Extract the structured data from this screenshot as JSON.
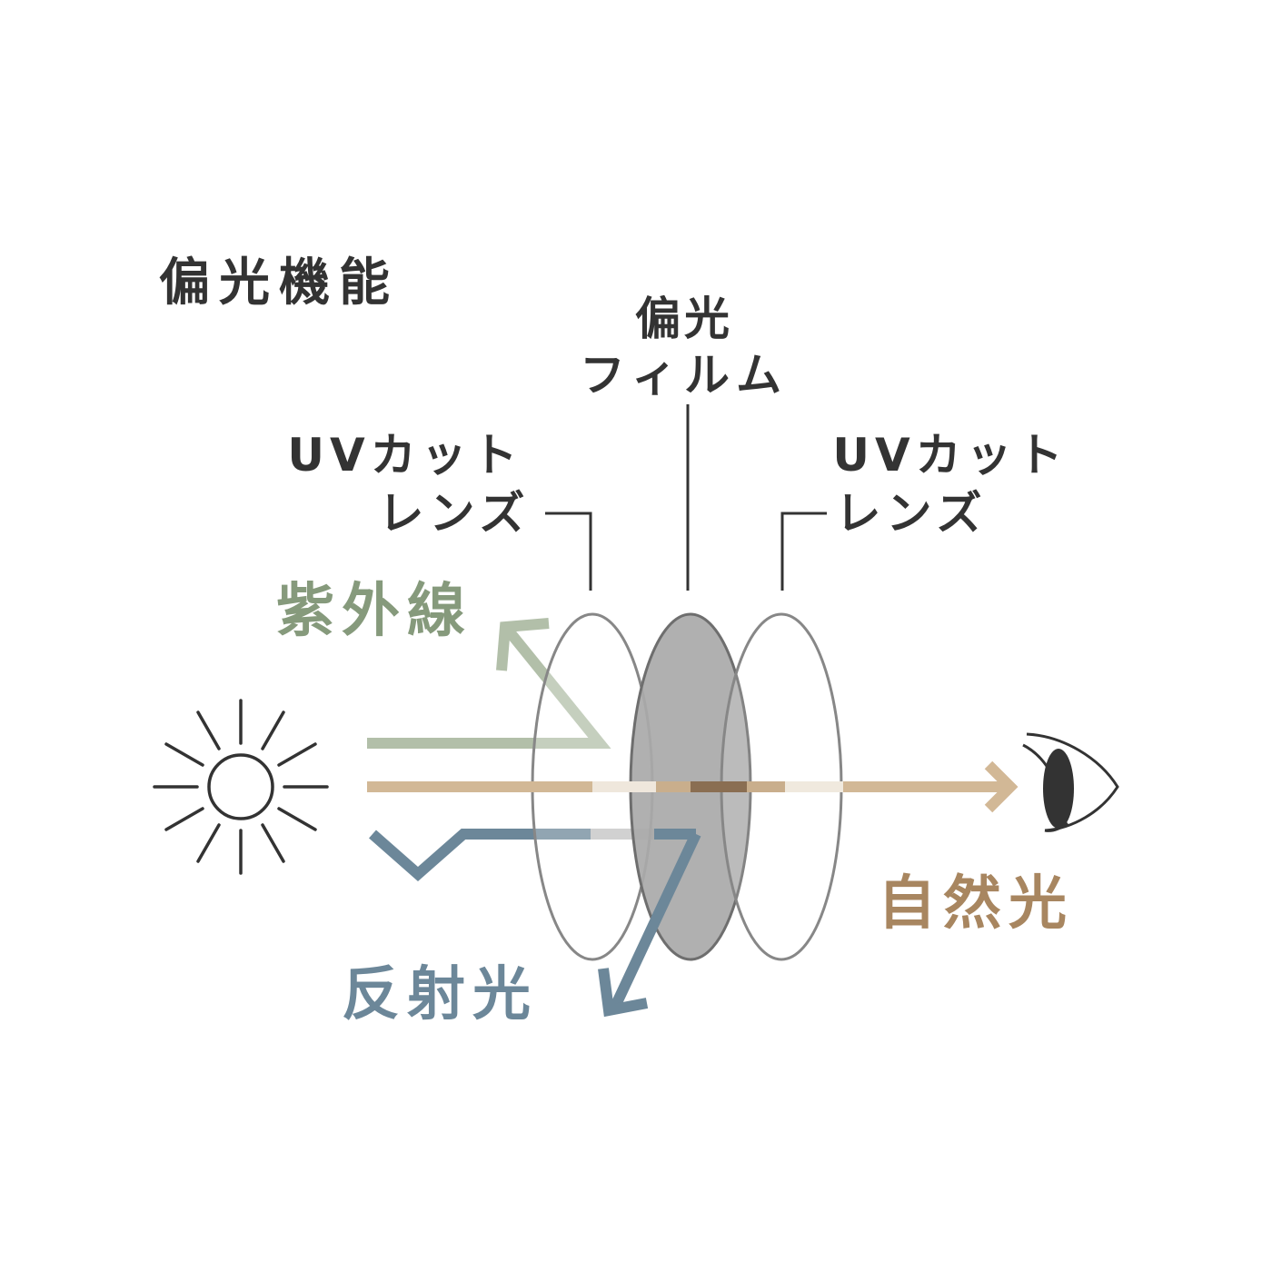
{
  "title": "偏光機能",
  "labels": {
    "film_line1": "偏光",
    "film_line2": "フィルム",
    "lens_left_line1": "UVカット",
    "lens_left_line2": "レンズ",
    "lens_right_line1": "UVカット",
    "lens_right_line2": "レンズ",
    "uv": "紫外線",
    "reflected": "反射光",
    "natural": "自然光"
  },
  "colors": {
    "text": "#333333",
    "uv": "#869a7c",
    "uv_arrow": "#b2bfa9",
    "reflected": "#6c8799",
    "natural": "#a88660",
    "natural_arrow": "#d2b896",
    "film": "#a9a9a9",
    "lens_stroke": "#878787"
  },
  "icons": {
    "light_source": "sun-icon",
    "viewer": "eye-icon"
  }
}
